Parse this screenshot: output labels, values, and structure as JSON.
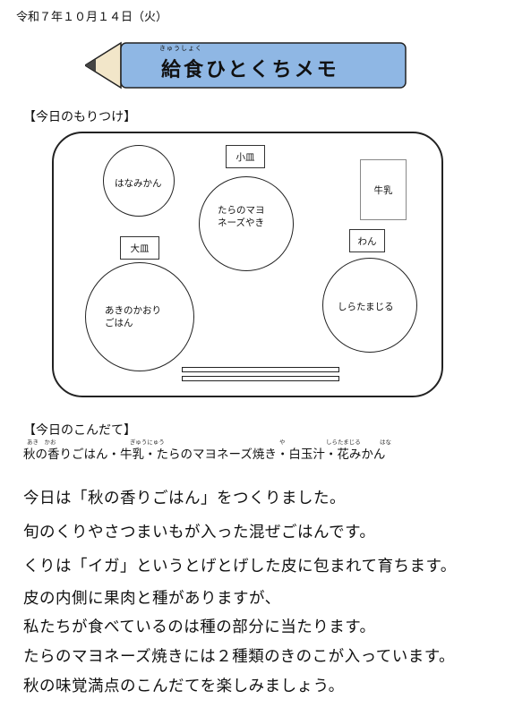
{
  "date": "令和７年１０月１４日（火）",
  "title": "給食ひとくちメモ",
  "title_ruby": "きゅうしょく",
  "section_tray": "【今日のもりつけ】",
  "section_menu": "【今日のこんだて】",
  "tray": {
    "hanamikan": "はなみかん",
    "kozara": "小皿",
    "tara_line1": "たらのマヨ",
    "tara_line2": "ネーズやき",
    "gyunyu": "牛乳",
    "wan": "わん",
    "ozara": "大皿",
    "gohan_line1": "あきのかおり",
    "gohan_line2": "ごはん",
    "shiratamajiru": "しらたまじる"
  },
  "menu": "秋の香りごはん・牛乳・たらのマヨネーズ焼き・白玉汁・花みかん",
  "lines": [
    "今日は「秋の香りごはん」をつくりました。",
    "旬のくりやさつまいもが入った混ぜごはんです。",
    "くりは「イガ」というとげとげした皮に包まれて育ちます。",
    "皮の内側に果肉と種がありますが、",
    "私たちが食べているのは種の部分に当たります。",
    "たらのマヨネーズ焼きには２種類のきのこが入っています。",
    "秋の味覚満点のこんだてを楽しみましょう。"
  ],
  "colors": {
    "pencil_body": "#8fb7e4",
    "pencil_tip": "#f2e6c9"
  }
}
